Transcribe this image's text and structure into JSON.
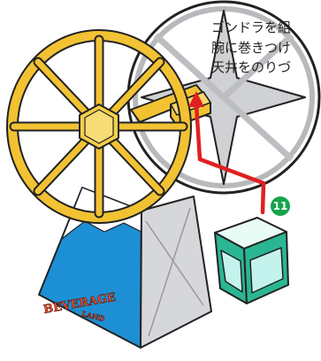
{
  "instructions": {
    "lines": [
      "ゴンドラを組",
      "腕に巻きつけ",
      "天井をのりづ"
    ]
  },
  "step_badge": {
    "number": "11",
    "color": "#15a44b"
  },
  "sign": {
    "brand_line1": "BEVERAGE",
    "brand_line2": "LAND"
  },
  "colors": {
    "wheel_yellow": "#f2c233",
    "frame_gray": "#c8c9cc",
    "base_blue": "#1d8fd4",
    "gondola_green": "#2bb693",
    "arrow_red": "#e02020"
  },
  "icons": [
    "ferris-wheel-illustration",
    "gondola-cabin",
    "red-direction-arrow"
  ]
}
